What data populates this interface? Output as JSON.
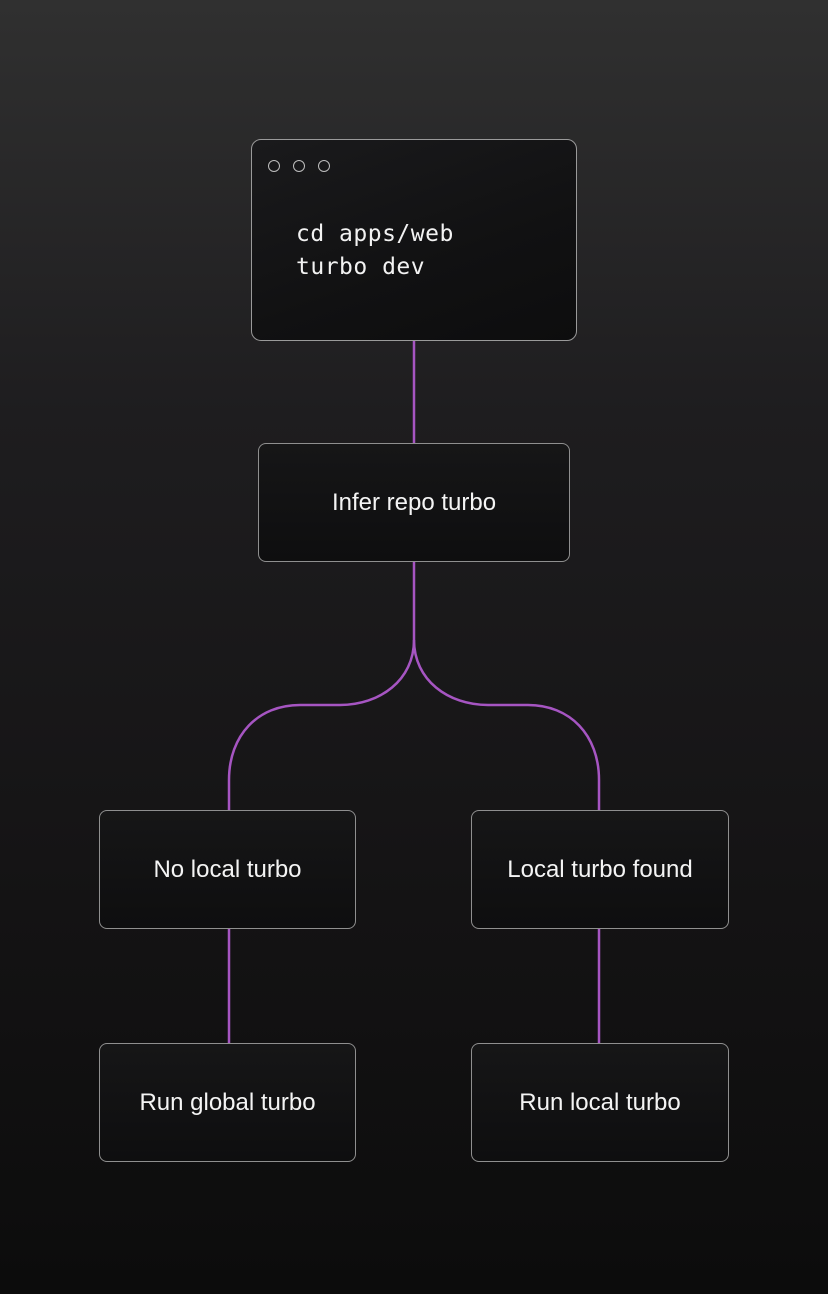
{
  "terminal": {
    "lines": [
      "cd apps/web",
      "turbo dev"
    ]
  },
  "nodes": {
    "infer": "Infer repo turbo",
    "no_local": "No local turbo",
    "local_found": "Local turbo found",
    "run_global": "Run global turbo",
    "run_local": "Run local turbo"
  },
  "colors": {
    "connector": "#a655c2",
    "node_border": "#8f8f8f",
    "text": "#f4f4f4"
  }
}
